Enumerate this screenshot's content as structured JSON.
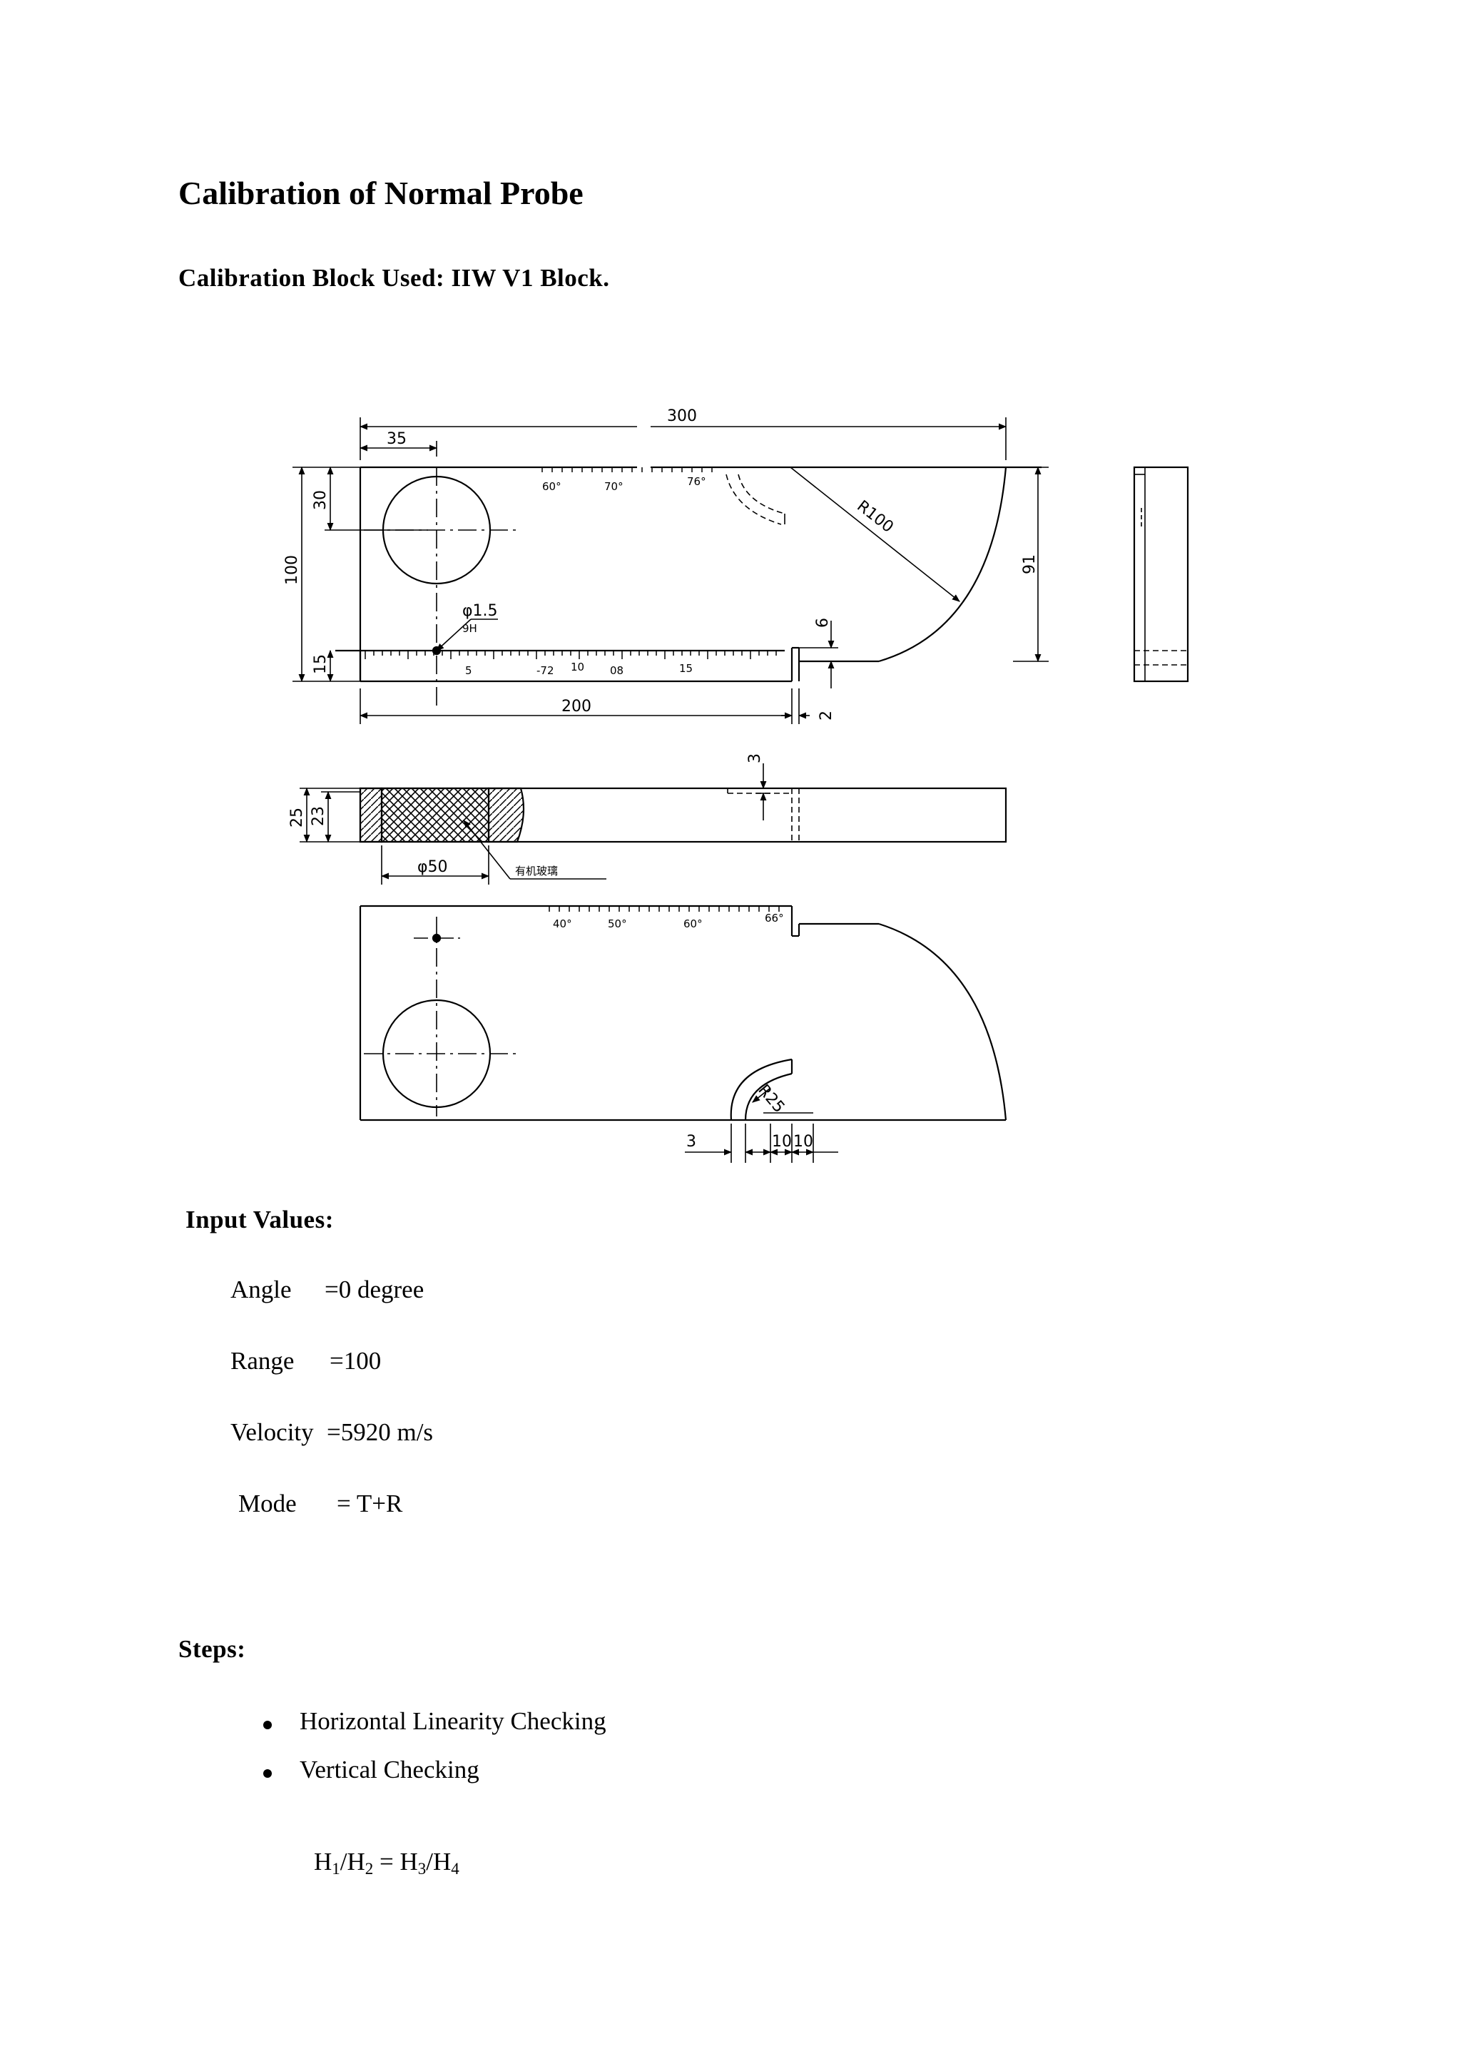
{
  "document": {
    "title": "Calibration of Normal Probe",
    "block_line": "Calibration Block Used: IIW V1 Block.",
    "input_heading": "Input Values:",
    "inputs": [
      {
        "label": "Angle",
        "value": "=0 degree"
      },
      {
        "label": "Range",
        "value": "=100"
      },
      {
        "label": "Velocity",
        "value": "=5920 m/s"
      },
      {
        "label": "Mode",
        "value": "= T+R"
      }
    ],
    "steps_heading": "Steps:",
    "steps": [
      "Horizontal Linearity Checking",
      "Vertical Checking"
    ],
    "formula": {
      "h1": "H",
      "s1": "1",
      "h2": "/H",
      "s2": "2",
      "eq": " = H",
      "s3": "3",
      "h4": "/H",
      "s4": "4"
    }
  },
  "drawing": {
    "dim_300": "300",
    "dim_35": "35",
    "dim_30": "30",
    "dim_100": "100",
    "dim_15": "15",
    "dim_200": "200",
    "dim_2": "2",
    "dim_6": "6",
    "dim_91": "91",
    "dim_r100": "R100",
    "dim_phi15": "φ1.5",
    "dim_phi15_sub": "9H",
    "angle_60": "60°",
    "angle_70": "70°",
    "angle_76": "76°",
    "scale_5": "5",
    "scale_72": "-72",
    "scale_10": "10",
    "scale_08": "08",
    "scale_15": "15",
    "dim_25": "25",
    "dim_23": "23",
    "dim_3": "3",
    "dim_phi50": "φ50",
    "label_insert": "有机玻璃",
    "angle_40": "40°",
    "angle_50": "50°",
    "angle_60b": "60°",
    "angle_66": "66°",
    "dim_r25": "R25",
    "dim_3b": "3",
    "dim_10a": "10",
    "dim_10b": "10"
  }
}
